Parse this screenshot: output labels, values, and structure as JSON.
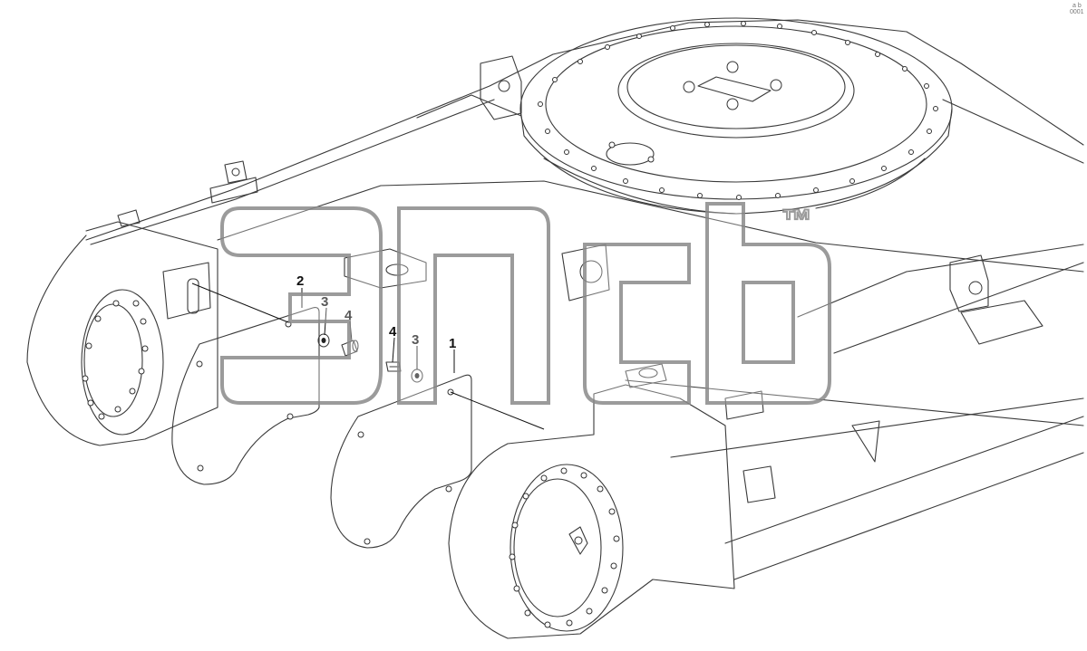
{
  "callouts": [
    {
      "id": "1",
      "text": "1"
    },
    {
      "id": "2",
      "text": "2"
    },
    {
      "id": "3a",
      "text": "3"
    },
    {
      "id": "3b",
      "text": "3"
    },
    {
      "id": "4a",
      "text": "4"
    },
    {
      "id": "4b",
      "text": "4"
    }
  ],
  "watermark": {
    "trademark": "™"
  },
  "corner_marks": {
    "line1": "a b",
    "line2": "0001"
  }
}
